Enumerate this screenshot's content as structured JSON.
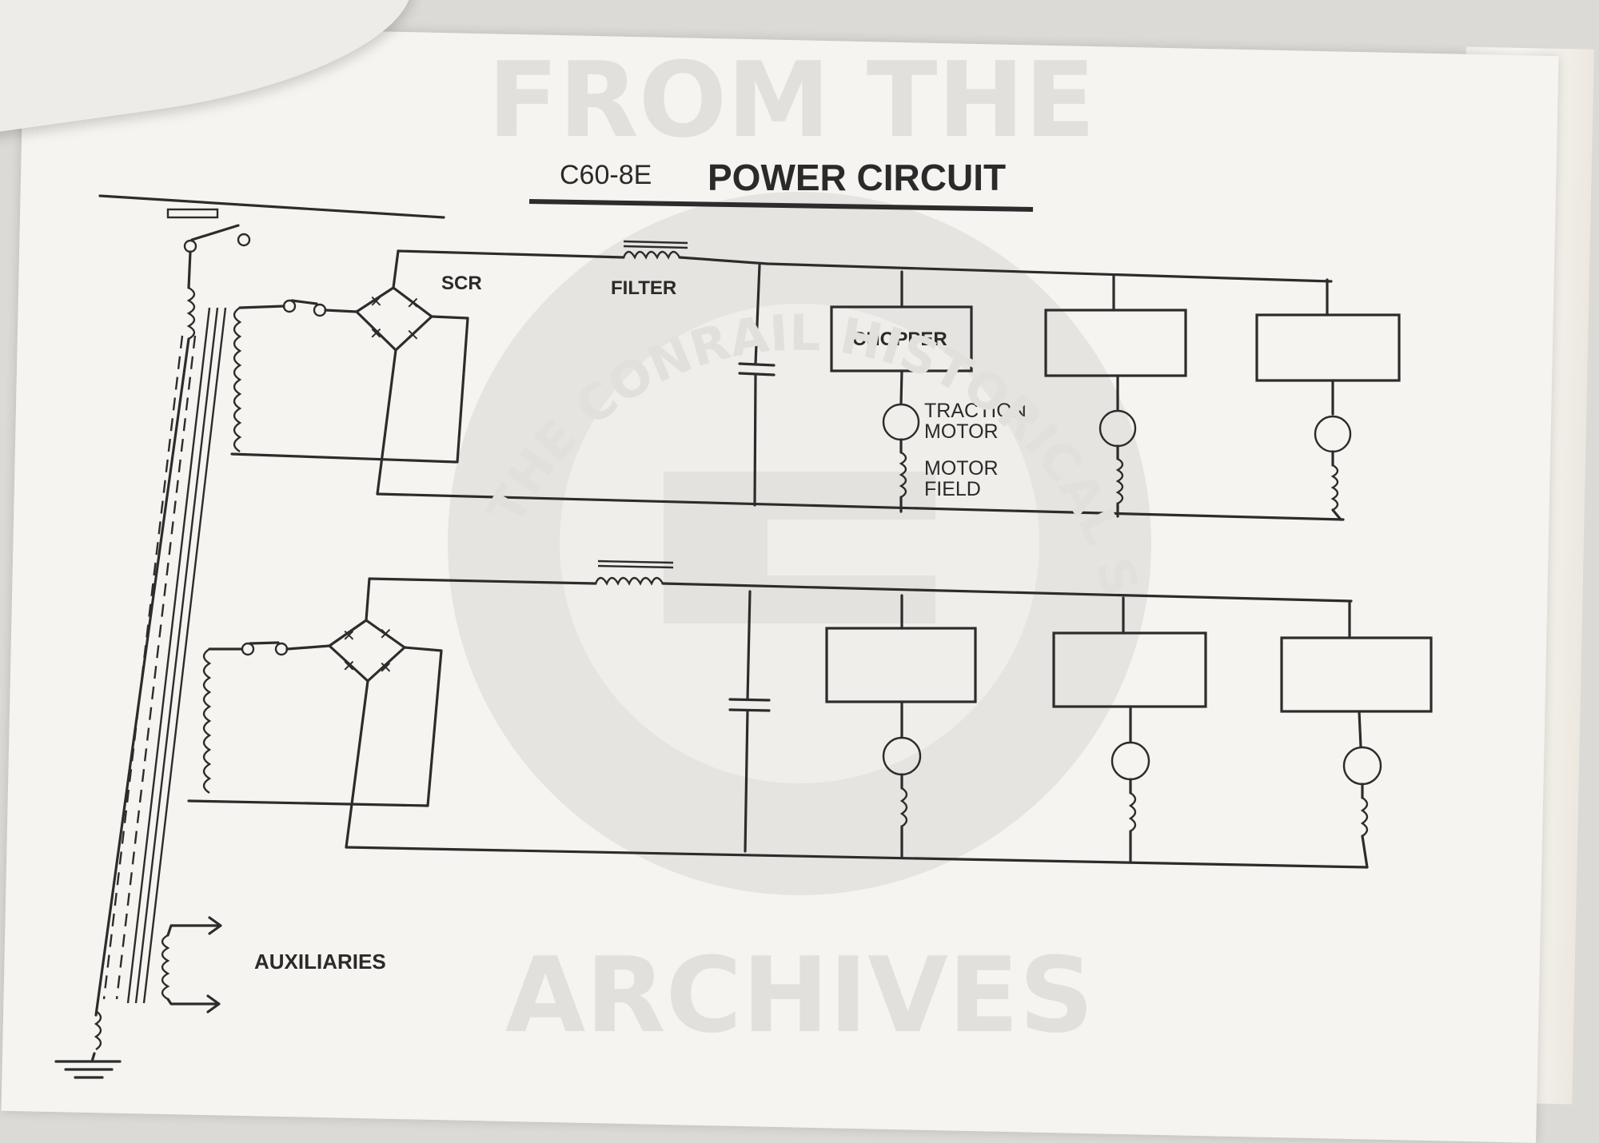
{
  "watermark": {
    "top": "FROM THE",
    "bottom": "ARCHIVES",
    "seal_text": "THE CONRAIL HISTORICAL SOCIETY, INC."
  },
  "title": {
    "model": "C60-8E",
    "text": "POWER CIRCUIT"
  },
  "labels": {
    "scr": "SCR",
    "filter": "FILTER",
    "chopper": "CHOPPER",
    "traction_motor_1": "TRACTION",
    "traction_motor_2": "MOTOR",
    "motor_field_1": "MOTOR",
    "motor_field_2": "FIELD",
    "auxiliaries": "AUXILIARIES"
  },
  "colors": {
    "ink": "#2c2c2c",
    "paper": "#f6f4f0",
    "watermark": "#e2e0dc"
  }
}
